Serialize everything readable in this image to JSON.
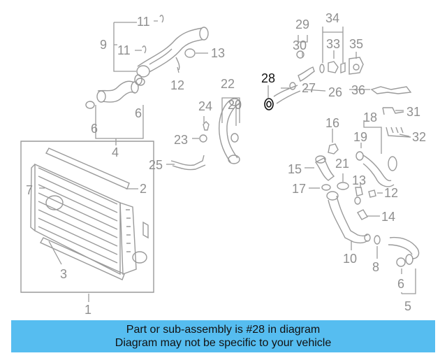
{
  "diagram": {
    "highlighted_part": "28",
    "callouts": [
      "1",
      "2",
      "3",
      "4",
      "5",
      "6",
      "6",
      "6",
      "7",
      "8",
      "9",
      "10",
      "11",
      "11",
      "12",
      "12",
      "13",
      "13",
      "14",
      "15",
      "16",
      "17",
      "18",
      "19",
      "20",
      "21",
      "22",
      "23",
      "24",
      "25",
      "26",
      "27",
      "28",
      "29",
      "30",
      "31",
      "32",
      "33",
      "34",
      "35",
      "36"
    ]
  },
  "banner": {
    "line1": "Part or sub-assembly is #28 in diagram",
    "line2": "Diagram may not be specific to your vehicle"
  }
}
